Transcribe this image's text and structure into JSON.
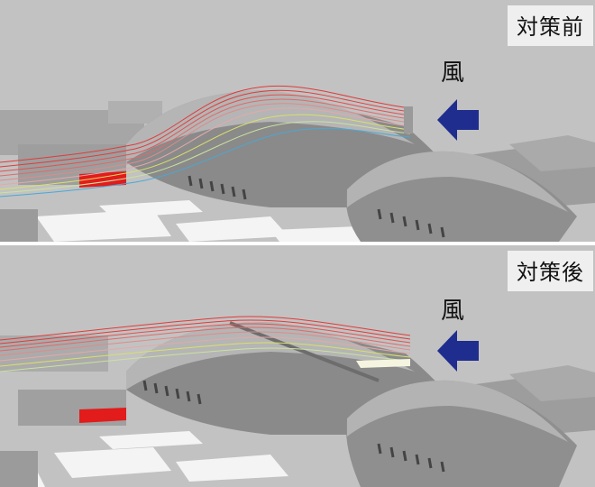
{
  "panels": [
    {
      "label": "対策前",
      "wind_label": "風"
    },
    {
      "label": "対策後",
      "wind_label": "風"
    }
  ],
  "colors": {
    "ground": "#bdbdbd",
    "building": "#a9a9a9",
    "roof_dark": "#7d7d7d",
    "highlight_building": "#e21b1b",
    "arrow": "#1f2d8f",
    "streamline_high": "#e23a3a",
    "streamline_mid": "#d9e06a",
    "streamline_low": "#49a8d6"
  },
  "icons": {
    "wind_arrow": "left-arrow-icon"
  }
}
